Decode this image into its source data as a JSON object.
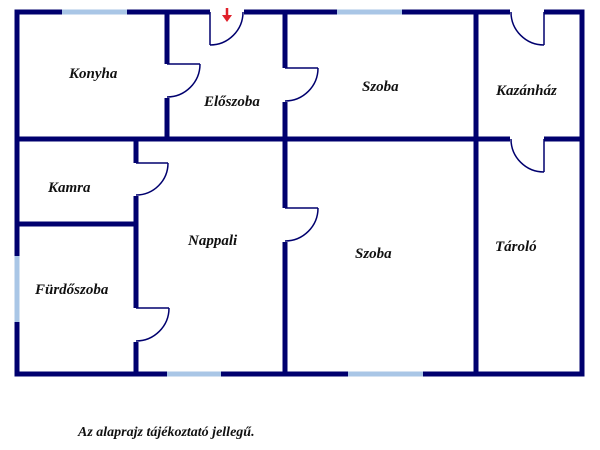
{
  "rooms": {
    "konyha": "Konyha",
    "eloszoba": "Előszoba",
    "szoba_top": "Szoba",
    "kazanhaz": "Kazánház",
    "kamra": "Kamra",
    "nappali": "Nappali",
    "szoba_bottom": "Szoba",
    "tarolo": "Tároló",
    "furdoszoba": "Fürdőszoba"
  },
  "footer": {
    "note": "Az alaprajz tájékoztató jellegű."
  },
  "colors": {
    "wall": "#00006e",
    "window": "#a9c6e6",
    "entrance_arrow": "#e0202a"
  },
  "icons": {
    "entrance": "entrance-arrow-icon"
  }
}
